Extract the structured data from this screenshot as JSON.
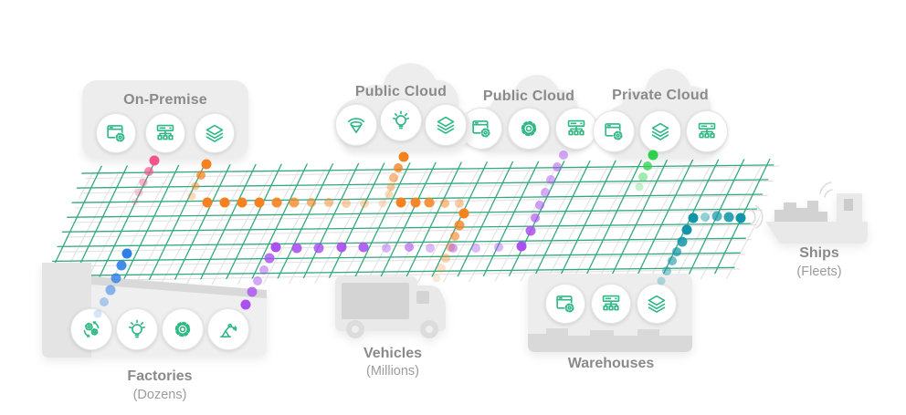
{
  "palette": {
    "grid_line": "#33a97e",
    "grid_shadow": "#e4e4e4",
    "icon_stroke": "#2eb884",
    "panel_fill": "#ededed",
    "panel_dark": "#d9d9d9",
    "label_gray": "#8a8a8a",
    "sublabel_gray": "#9c9c9c"
  },
  "nodes": {
    "on_premise": {
      "label": "On-Premise",
      "icons": [
        "browser-gear",
        "server-tree",
        "layers"
      ]
    },
    "public_cloud_1": {
      "label": "Public Cloud",
      "icons": [
        "wifi-beacon",
        "lightbulb",
        "layers"
      ]
    },
    "public_cloud_2": {
      "label": "Public Cloud",
      "icons": [
        "browser-gear",
        "gear",
        "server-tree"
      ]
    },
    "private_cloud": {
      "label": "Private Cloud",
      "icons": [
        "browser-gear",
        "layers",
        "server-tree"
      ]
    },
    "factories": {
      "label": "Factories",
      "sublabel": "(Dozens)",
      "icons": [
        "gears-cycle",
        "lightbulb",
        "gear",
        "robot-arm"
      ]
    },
    "vehicles": {
      "label": "Vehicles",
      "sublabel": "(Millions)",
      "icons": []
    },
    "warehouses": {
      "label": "Warehouses",
      "icons": [
        "browser-gear",
        "server-tree",
        "layers"
      ]
    },
    "ships": {
      "label": "Ships",
      "sublabel": "(Fleets)",
      "icons": []
    }
  },
  "paths": [
    {
      "name": "pink-flow",
      "color": "#f2548b",
      "dots": [
        [
          169,
          176,
          5.5,
          1
        ],
        [
          163,
          188,
          5,
          0.7
        ],
        [
          157,
          200,
          4.5,
          0.45
        ],
        [
          152,
          211,
          4.5,
          0.32
        ],
        [
          148,
          221,
          4,
          0.2
        ]
      ]
    },
    {
      "name": "orange-flow",
      "color": "#f5821f",
      "dots": [
        [
          226,
          180,
          5.5,
          1
        ],
        [
          220,
          192,
          5,
          0.75
        ],
        [
          214,
          204,
          4.5,
          0.45
        ],
        [
          210,
          215,
          4.5,
          0.3
        ],
        [
          227,
          222,
          5.5,
          1
        ],
        [
          246,
          222,
          5.5,
          1
        ],
        [
          265,
          222,
          5.5,
          1
        ],
        [
          284,
          222,
          5.5,
          1
        ],
        [
          303,
          222,
          5.5,
          0.9
        ],
        [
          322,
          222,
          5.5,
          0.75
        ],
        [
          341,
          222,
          5,
          0.6
        ],
        [
          360,
          222,
          5,
          0.48
        ],
        [
          379,
          223,
          5,
          0.38
        ],
        [
          399,
          223,
          5,
          0.3
        ],
        [
          419,
          223,
          4.5,
          0.25
        ],
        [
          442,
          172,
          5.5,
          1
        ],
        [
          436,
          184,
          5,
          0.8
        ],
        [
          431,
          195,
          5,
          0.55
        ],
        [
          428,
          205,
          4.5,
          0.4
        ],
        [
          426,
          213,
          4.5,
          0.3
        ],
        [
          439,
          222,
          5.5,
          1
        ],
        [
          455,
          222,
          5.5,
          0.95
        ],
        [
          470,
          222,
          5.5,
          0.85
        ],
        [
          487,
          223,
          5,
          0.5
        ],
        [
          503,
          223,
          5,
          0.4
        ],
        [
          508,
          234,
          5.5,
          1
        ],
        [
          503,
          247,
          5.5,
          0.8
        ],
        [
          498,
          259,
          5,
          0.62
        ],
        [
          493,
          271,
          5,
          0.48
        ],
        [
          488,
          283,
          5,
          0.36
        ],
        [
          483,
          294,
          5,
          0.26
        ],
        [
          478,
          305,
          4.5,
          0.18
        ]
      ]
    },
    {
      "name": "blue-flow",
      "color": "#2f7fe8",
      "dots": [
        [
          139,
          278,
          5.5,
          1
        ],
        [
          133,
          291,
          5.5,
          0.9
        ],
        [
          127,
          305,
          5.5,
          0.8
        ],
        [
          121,
          318,
          5.5,
          0.55
        ],
        [
          114,
          331,
          5,
          0.35
        ],
        [
          107,
          344,
          4.5,
          0.2
        ]
      ]
    },
    {
      "name": "purple-flow",
      "color": "#aa4ff0",
      "dots": [
        [
          302,
          271,
          5.5,
          1
        ],
        [
          295,
          283,
          5.5,
          0.8
        ],
        [
          289,
          296,
          5,
          0.5
        ],
        [
          282,
          308,
          5,
          0.5
        ],
        [
          276,
          320,
          5.5,
          0.8
        ],
        [
          269,
          334,
          5.5,
          1
        ],
        [
          325,
          272,
          5.5,
          0.88
        ],
        [
          349,
          272,
          5.5,
          0.82
        ],
        [
          374,
          271,
          5.5,
          0.92
        ],
        [
          398,
          271,
          5.5,
          0.88
        ],
        [
          423,
          272,
          5,
          0.42
        ],
        [
          448,
          271,
          5,
          0.6
        ],
        [
          471,
          272,
          5,
          0.38
        ],
        [
          496,
          272,
          5,
          0.5
        ],
        [
          521,
          272,
          5,
          0.4
        ],
        [
          546,
          271,
          5,
          0.42
        ],
        [
          571,
          270,
          5.5,
          1
        ],
        [
          581,
          253,
          5.5,
          0.85
        ],
        [
          586,
          239,
          5,
          0.65
        ],
        [
          591,
          225,
          5,
          0.55
        ],
        [
          597,
          211,
          5,
          0.48
        ],
        [
          603,
          197,
          5,
          0.48
        ],
        [
          610,
          183,
          5,
          0.52
        ],
        [
          617,
          170,
          5,
          0.5
        ]
      ]
    },
    {
      "name": "green-flow",
      "color": "#2bd14c",
      "dots": [
        [
          715,
          170,
          5.5,
          1
        ],
        [
          709,
          182,
          5,
          0.75
        ],
        [
          704,
          194,
          5,
          0.45
        ],
        [
          700,
          205,
          4.5,
          0.28
        ]
      ]
    },
    {
      "name": "teal-flow",
      "color": "#1295a8",
      "dots": [
        [
          724,
          308,
          4.5,
          0.3
        ],
        [
          730,
          297,
          5,
          0.45
        ],
        [
          736,
          286,
          5,
          0.6
        ],
        [
          741,
          276,
          5,
          0.72
        ],
        [
          747,
          265,
          5.5,
          0.85
        ],
        [
          752,
          252,
          5.5,
          1
        ],
        [
          759,
          239,
          5.5,
          1
        ],
        [
          772,
          238,
          5,
          0.45
        ],
        [
          785,
          237,
          5.5,
          0.72
        ],
        [
          798,
          238,
          5.5,
          0.88
        ],
        [
          811,
          239,
          5.5,
          1
        ]
      ]
    }
  ]
}
